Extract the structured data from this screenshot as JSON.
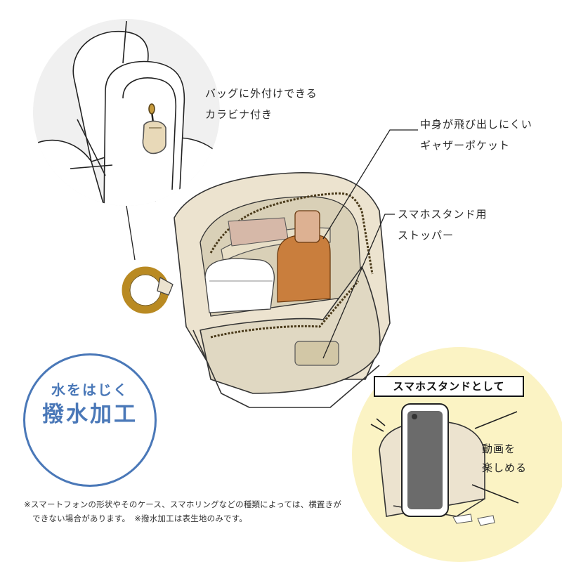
{
  "callouts": {
    "carabiner": [
      "バッグに外付けできる",
      "カラビナ付き"
    ],
    "gather_pocket": [
      "中身が飛び出しにくい",
      "ギャザーポケット"
    ],
    "stopper": [
      "スマホスタンド用",
      "ストッパー"
    ]
  },
  "badge": {
    "line1": "水をはじく",
    "line2": "撥水加工",
    "color": "#4a78b8"
  },
  "stand_panel": {
    "title": "スマホスタンドとして",
    "caption": [
      "動画を",
      "楽しめる"
    ],
    "background": "#fbf3c4"
  },
  "footnote": {
    "line1": "※スマートフォンの形状やそのケース、スマホリングなどの種類によっては、横置きが",
    "line2": "できない場合があります。　※撥水加工は表生地のみです。"
  }
}
